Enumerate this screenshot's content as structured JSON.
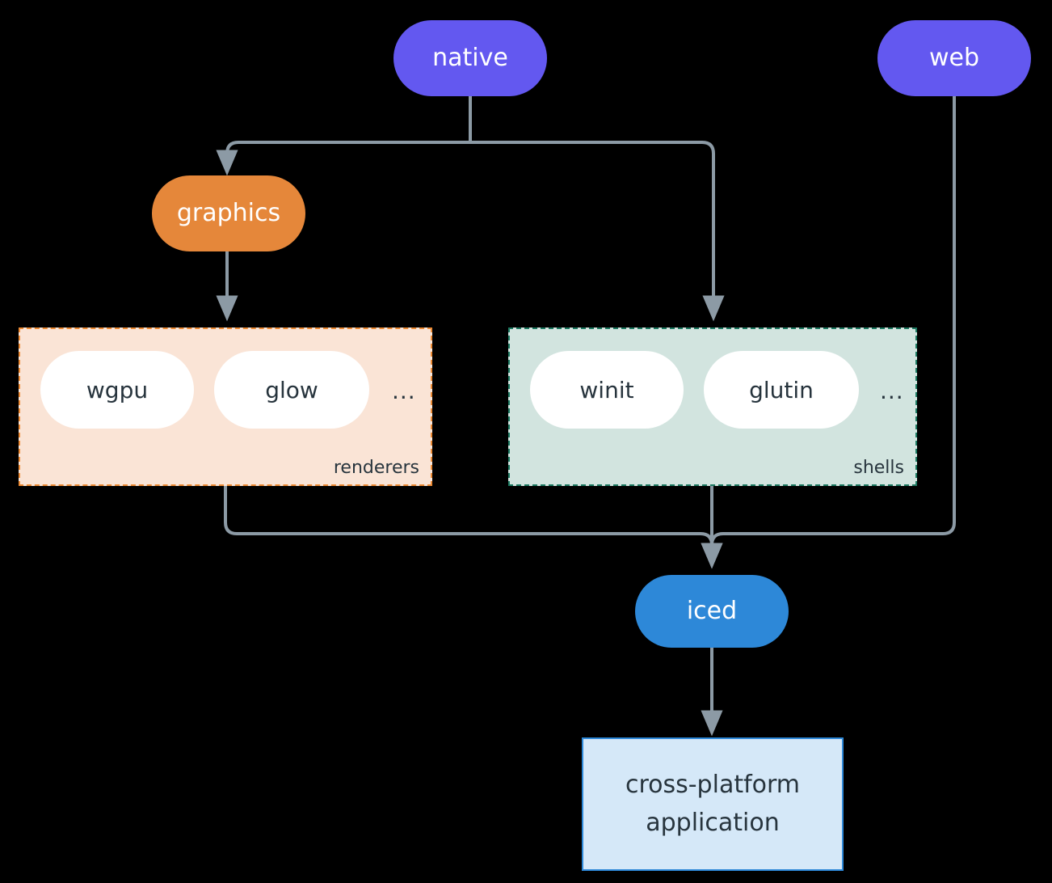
{
  "diagram": {
    "type": "flowchart",
    "title": "iced architecture layering",
    "background": "#000000",
    "edge_color": "#8C9AA5",
    "nodes": [
      {
        "id": "native",
        "label": "native",
        "shape": "stadium",
        "fill": "#6358F0",
        "text_color": "#ffffff"
      },
      {
        "id": "web",
        "label": "web",
        "shape": "stadium",
        "fill": "#6358F0",
        "text_color": "#ffffff"
      },
      {
        "id": "graphics",
        "label": "graphics",
        "shape": "stadium",
        "fill": "#E5873A",
        "text_color": "#ffffff"
      },
      {
        "id": "iced",
        "label": "iced",
        "shape": "stadium",
        "fill": "#2D88D8",
        "text_color": "#ffffff"
      },
      {
        "id": "app",
        "label": "cross-platform\napplication",
        "shape": "rect",
        "fill": "#D5E8F8",
        "border": "#2D88D8",
        "text_color": "#27343D"
      }
    ],
    "clusters": [
      {
        "id": "renderers",
        "label": "renderers",
        "fill": "#FAE4D6",
        "border": "#ED8B35",
        "items": [
          {
            "id": "wgpu",
            "label": "wgpu"
          },
          {
            "id": "glow",
            "label": "glow"
          }
        ],
        "overflow": "..."
      },
      {
        "id": "shells",
        "label": "shells",
        "fill": "#D2E4DF",
        "border": "#1E7A62",
        "items": [
          {
            "id": "winit",
            "label": "winit"
          },
          {
            "id": "glutin",
            "label": "glutin"
          }
        ],
        "overflow": "..."
      }
    ],
    "edges": [
      {
        "from": "native",
        "to": "graphics"
      },
      {
        "from": "native",
        "to": "shells"
      },
      {
        "from": "graphics",
        "to": "renderers"
      },
      {
        "from": "renderers",
        "to": "iced"
      },
      {
        "from": "shells",
        "to": "iced"
      },
      {
        "from": "web",
        "to": "iced"
      },
      {
        "from": "iced",
        "to": "app"
      }
    ]
  },
  "labels": {
    "native": "native",
    "web": "web",
    "graphics": "graphics",
    "iced": "iced",
    "app_line1": "cross-platform",
    "app_line2": "application",
    "wgpu": "wgpu",
    "glow": "glow",
    "winit": "winit",
    "glutin": "glutin",
    "renderers_cluster": "renderers",
    "shells_cluster": "shells",
    "renderers_ellipsis": "...",
    "shells_ellipsis": "..."
  }
}
